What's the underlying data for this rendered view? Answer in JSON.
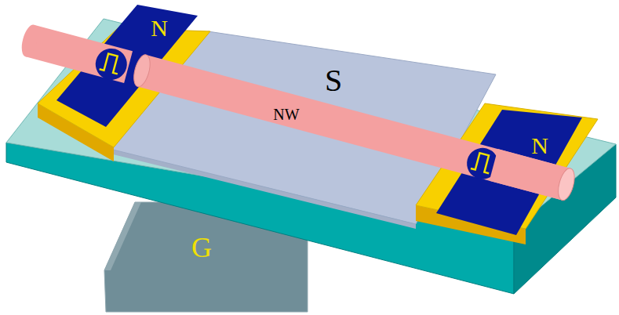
{
  "diagram": {
    "labels": [
      "N",
      "S",
      "NW",
      "N",
      "G"
    ]
  }
}
